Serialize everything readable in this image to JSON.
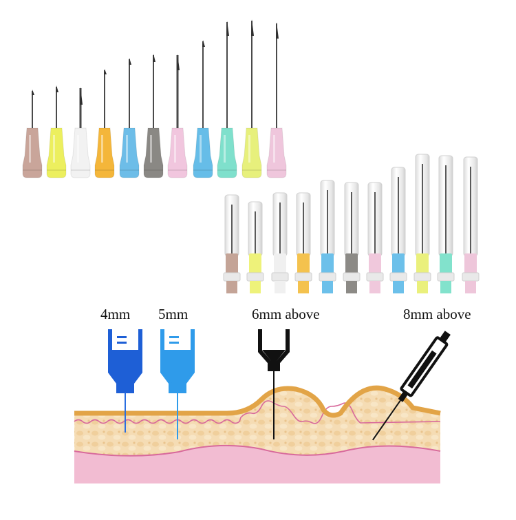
{
  "labels": {
    "depth_4": "4mm",
    "depth_5": "5mm",
    "depth_6": "6mm above",
    "depth_8": "8mm above"
  },
  "colors": {
    "hub_colors": [
      "#c9a59a",
      "#ecef5e",
      "#f2f2f2",
      "#f4b63a",
      "#6dbde8",
      "#8a8884",
      "#f1c6de",
      "#66bde8",
      "#7fe0cc",
      "#e7f07c",
      "#efc6dc"
    ],
    "capped_hub_colors": [
      "#c4a497",
      "#eef27a",
      "#f0f0f0",
      "#f4c24e",
      "#6cc0ea",
      "#8c8a86",
      "#f0c8dc",
      "#6cc0ea",
      "#eaf07c",
      "#82e2cc",
      "#eec6da"
    ],
    "syringe_blue_dark": "#1e5fd6",
    "syringe_blue_light": "#2f9bea",
    "skin_surface": "#e5ae55",
    "fat_layer": "#f5dcb4",
    "muscle_layer": "#f2bcd2",
    "membrane_line": "#d86a9c"
  }
}
